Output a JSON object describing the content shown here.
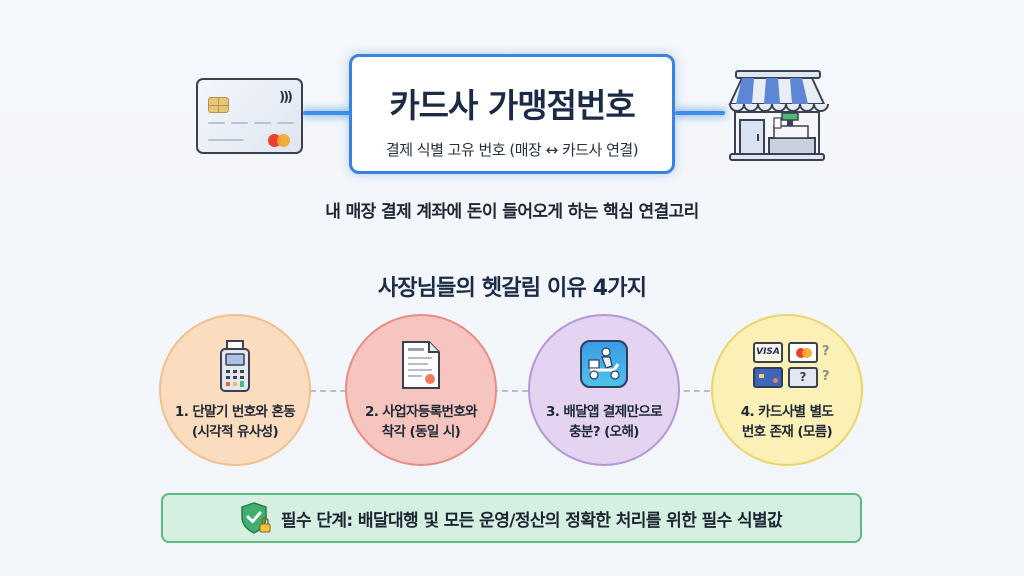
{
  "header": {
    "title": "카드사 가맹점번호",
    "subtitle": "결제 식별 고유 번호 (매장 ↔ 카드사 연결)",
    "left_icon": "credit-card-icon",
    "right_icon": "storefront-icon"
  },
  "tagline": "내 매장 결제 계좌에 돈이 들어오게 하는 핵심 연결고리",
  "section": {
    "title": "사장님들의 헷갈림 이유 4가지",
    "reasons": [
      {
        "line1": "1. 단말기 번호와 혼동",
        "line2": "(시각적 유사성)",
        "icon": "card-terminal-icon",
        "fill": "#fbdcbf",
        "border": "#f1c08f"
      },
      {
        "line1": "2. 사업자등록번호와",
        "line2": "착각 (동일 시)",
        "icon": "certificate-document-icon",
        "fill": "#f6c5c0",
        "border": "#e88d85"
      },
      {
        "line1": "3. 배달앱 결제만으로",
        "line2": "충분? (오해)",
        "icon": "delivery-scooter-icon",
        "fill": "#e4d4f2",
        "border": "#b596d9"
      },
      {
        "line1": "4. 카드사별 별도",
        "line2": "번호 존재 (모름)",
        "icon": "card-brands-icon",
        "fill": "#fbf0b6",
        "border": "#ecd46d",
        "brand_label": "VISA",
        "question": "?"
      }
    ]
  },
  "banner": {
    "text": "필수 단계: 배달대행 및 모든 운영/정산의 정확한 처리를 위한 필수 식별값",
    "icon": "shield-check-lock-icon",
    "fill": "#d5f0e0",
    "border": "#5bb981"
  },
  "colors": {
    "accent_blue": "#3a82e0",
    "text_dark": "#1b2a47"
  }
}
